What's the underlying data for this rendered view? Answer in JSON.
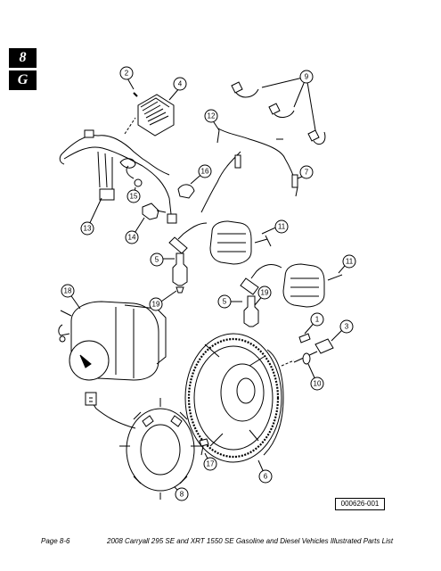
{
  "section_tab": {
    "number": "8",
    "letter": "G"
  },
  "callouts": [
    "2",
    "4",
    "9",
    "12",
    "16",
    "7",
    "15",
    "13",
    "14",
    "11",
    "5",
    "19",
    "11",
    "18",
    "19",
    "5",
    "1",
    "3",
    "10",
    "17",
    "6",
    "8"
  ],
  "figure_ref": "000626-001",
  "footer": {
    "page": "Page 8-6",
    "title": "2008 Carryall 295 SE and XRT 1550 SE Gasoline and Diesel Vehicles Illustrated Parts List"
  }
}
